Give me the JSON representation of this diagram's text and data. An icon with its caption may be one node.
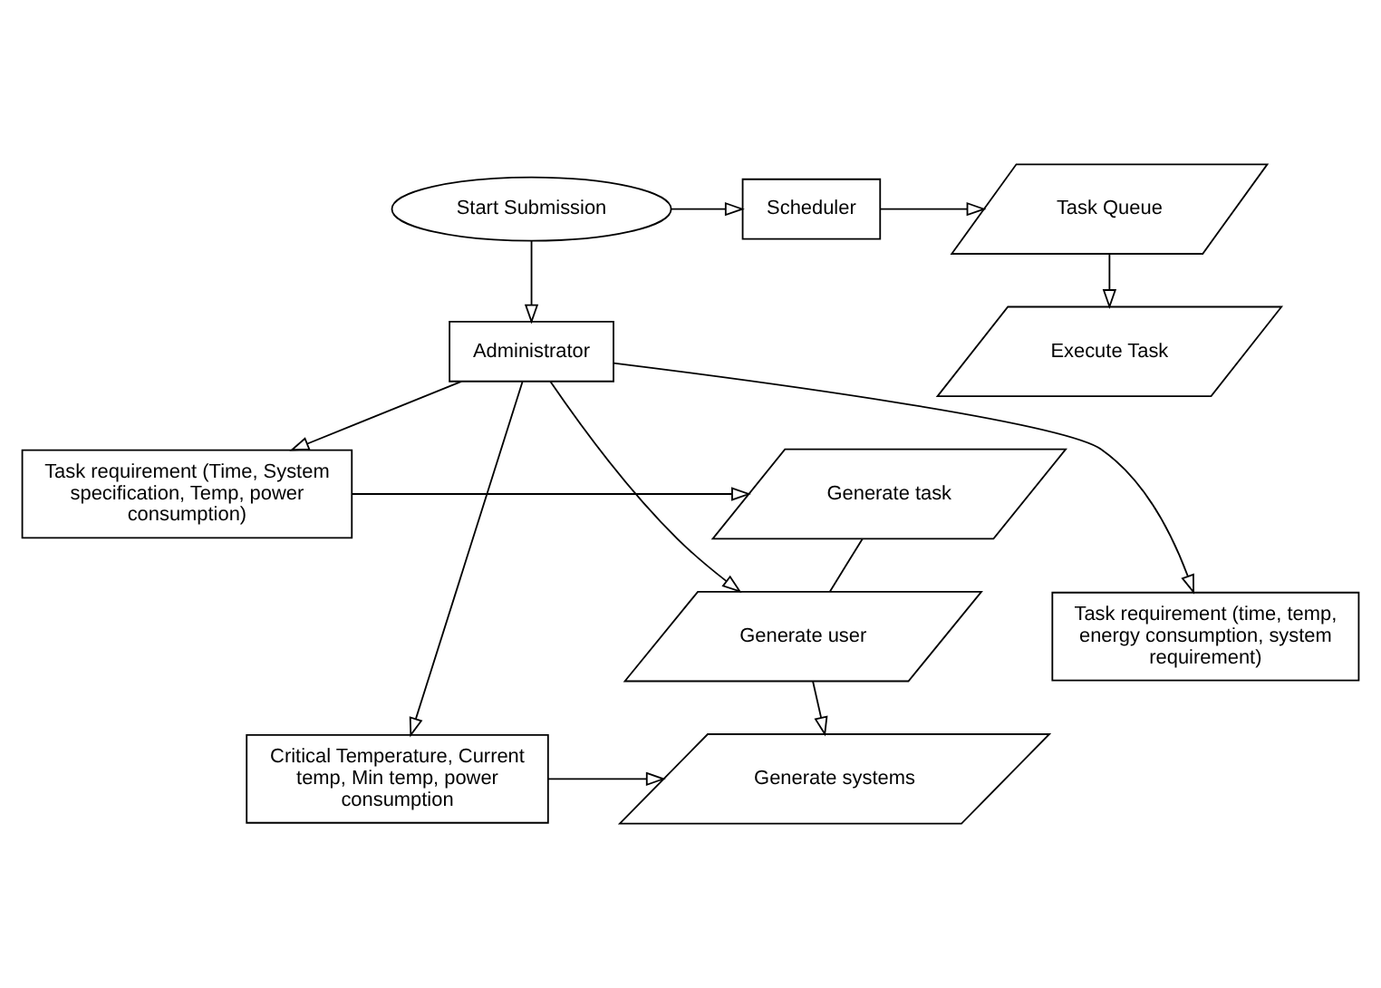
{
  "diagram": {
    "nodes": [
      {
        "text": [
          "Start Submission"
        ]
      },
      {
        "text": [
          "Scheduler"
        ]
      },
      {
        "text": [
          "Task Queue"
        ]
      },
      {
        "text": [
          "Execute Task"
        ]
      },
      {
        "text": [
          "Administrator"
        ]
      },
      {
        "text": [
          "Generate task"
        ]
      },
      {
        "text": [
          "Task requirement (Time, System specification, Temp, power consumption)"
        ]
      },
      {
        "text": [
          "Generate user"
        ]
      },
      {
        "text": [
          "Task requirement (time, temp, energy consumption, system requirement)"
        ]
      },
      {
        "text": [
          "Generate systems"
        ]
      },
      {
        "text": [
          "Critical Temperature, Current temp, Min temp, power consumption"
        ]
      }
    ],
    "edges": [
      {
        "from": 0,
        "to": 1,
        "arrow": "to"
      },
      {
        "from": 1,
        "to": 2,
        "arrow": "to"
      },
      {
        "from": 2,
        "to": 3,
        "arrow": "to"
      },
      {
        "from": 0,
        "to": 4,
        "arrow": "to"
      },
      {
        "from": 4,
        "to": 6,
        "arrow": "to"
      },
      {
        "from": 4,
        "to": 8,
        "arrow": "to"
      },
      {
        "from": 4,
        "to": 10,
        "arrow": "to"
      },
      {
        "from": 6,
        "to": 5,
        "arrow": "to"
      },
      {
        "from": 4,
        "to": 7,
        "arrow": "to"
      },
      {
        "from": 10,
        "to": 9,
        "arrow": "to"
      },
      {
        "from": 5,
        "to": 7,
        "arrow": "none"
      },
      {
        "from": 7,
        "to": 9,
        "arrow": "to"
      }
    ]
  }
}
